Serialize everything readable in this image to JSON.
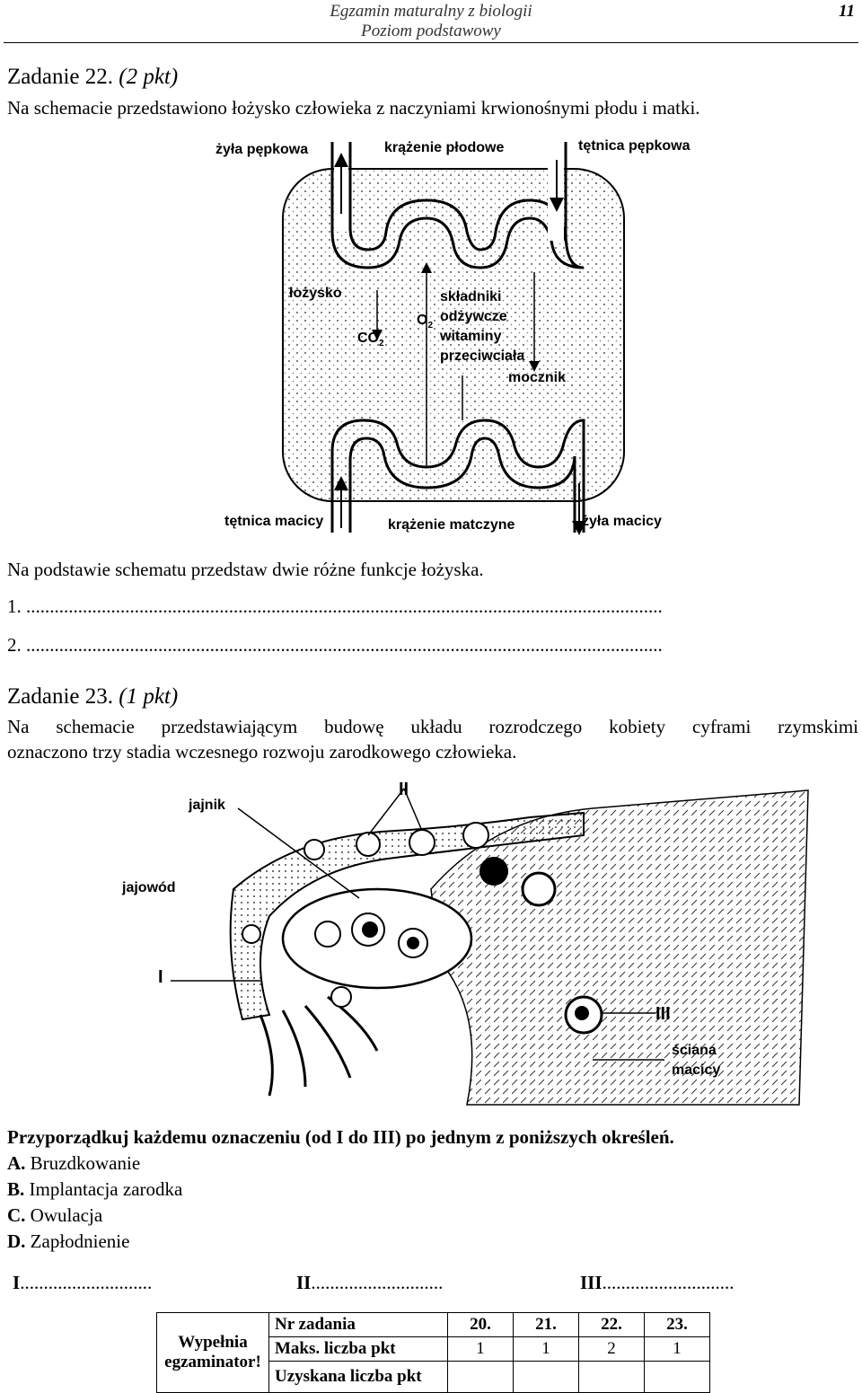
{
  "header": {
    "exam_title_line1": "Egzamin maturalny z biologii",
    "exam_title_line2": "Poziom podstawowy",
    "page_number": "11"
  },
  "task22": {
    "title": "Zadanie 22.",
    "points": "(2 pkt)",
    "intro": "Na schemacie przedstawiono łożysko człowieka z naczyniami krwionośnymi płodu i matki.",
    "diagram_labels": {
      "umbilical_vein": "żyła pępkowa",
      "fetal_circulation": "krążenie płodowe",
      "umbilical_artery": "tętnica pępkowa",
      "placenta": "łożysko",
      "co2": "CO",
      "co2_sub": "2",
      "o2": "O",
      "o2_sub": "2",
      "nutrients_1": "składniki",
      "nutrients_2": "odżywcze",
      "vitamins": "witaminy",
      "antibodies": "przeciwciała",
      "urea": "mocznik",
      "uterine_artery": "tętnica macicy",
      "maternal_circulation": "krążenie matczyne",
      "uterine_vein": "żyła macicy"
    },
    "question": "Na podstawie schematu przedstaw dwie różne funkcje łożyska.",
    "answer_lines": [
      "1. .......................................................................................................................................",
      "2. ......................................................................................................................................."
    ]
  },
  "task23": {
    "title": "Zadanie 23.",
    "points": "(1 pkt)",
    "intro_line1": "Na schemacie przedstawiającym budowę układu rozrodczego kobiety cyframi rzymskimi",
    "intro_line2": "oznaczono trzy stadia wczesnego rozwoju zarodkowego człowieka.",
    "diagram_labels": {
      "ovary": "jajnik",
      "oviduct": "jajowód",
      "stage_1": "I",
      "stage_2": "II",
      "stage_3": "III",
      "uterine_wall_1": "ściana",
      "uterine_wall_2": "macicy"
    },
    "question": "Przyporządkuj każdemu oznaczeniu (od I do III) po jednym z poniższych określeń.",
    "options": [
      {
        "letter": "A.",
        "text": "Bruzdkowanie"
      },
      {
        "letter": "B.",
        "text": "Implantacja zarodka"
      },
      {
        "letter": "C.",
        "text": "Owulacja"
      },
      {
        "letter": "D.",
        "text": "Zapłodnienie"
      }
    ],
    "answers": [
      {
        "label": "I",
        "dots": "............................"
      },
      {
        "label": "II",
        "dots": "............................"
      },
      {
        "label": "III",
        "dots": "............................"
      }
    ]
  },
  "score_table": {
    "examiner_line1": "Wypełnia",
    "examiner_line2": "egzaminator!",
    "row1_label": "Nr zadania",
    "row2_label": "Maks. liczba pkt",
    "row3_label": "Uzyskana liczba pkt",
    "task_numbers": [
      "20.",
      "21.",
      "22.",
      "23."
    ],
    "max_points": [
      "1",
      "1",
      "2",
      "1"
    ]
  }
}
